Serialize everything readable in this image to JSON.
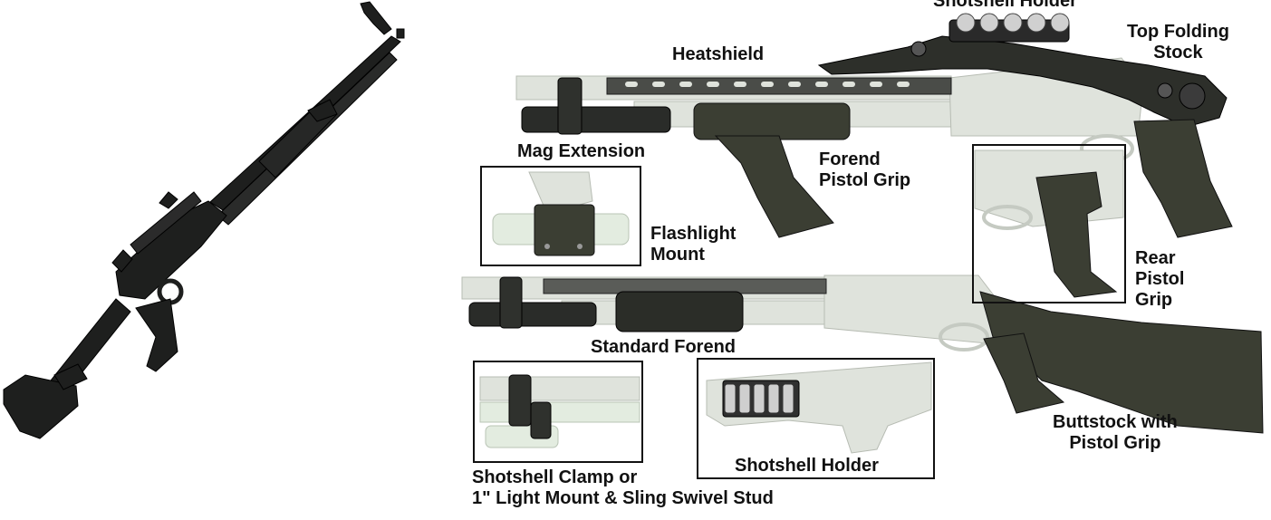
{
  "labels": {
    "shotshell_holder_top": "Shotshell Holder",
    "top_folding_stock": [
      "Top Folding",
      "Stock"
    ],
    "heatshield": "Heatshield",
    "mag_extension": "Mag Extension",
    "forend_pistol_grip": [
      "Forend",
      "Pistol Grip"
    ],
    "flashlight_mount": [
      "Flashlight",
      "Mount"
    ],
    "rear_pistol_grip": [
      "Rear",
      "Pistol",
      "Grip"
    ],
    "standard_forend": "Standard Forend",
    "buttstock_pistol_grip": [
      "Buttstock with",
      "Pistol Grip"
    ],
    "shotshell_holder_bottom": "Shotshell Holder",
    "shotshell_clamp": [
      "Shotshell Clamp or",
      "1\" Light Mount & Sling Swivel Stud"
    ]
  },
  "colors": {
    "gun_black": "#1e1f1e",
    "olive": "#3b3e33",
    "ghost": "#dfe3dc",
    "ghost_stroke": "#b7bcb3",
    "green_tint": "#c9ddc0",
    "shell_silver": "#c8c8c8"
  }
}
